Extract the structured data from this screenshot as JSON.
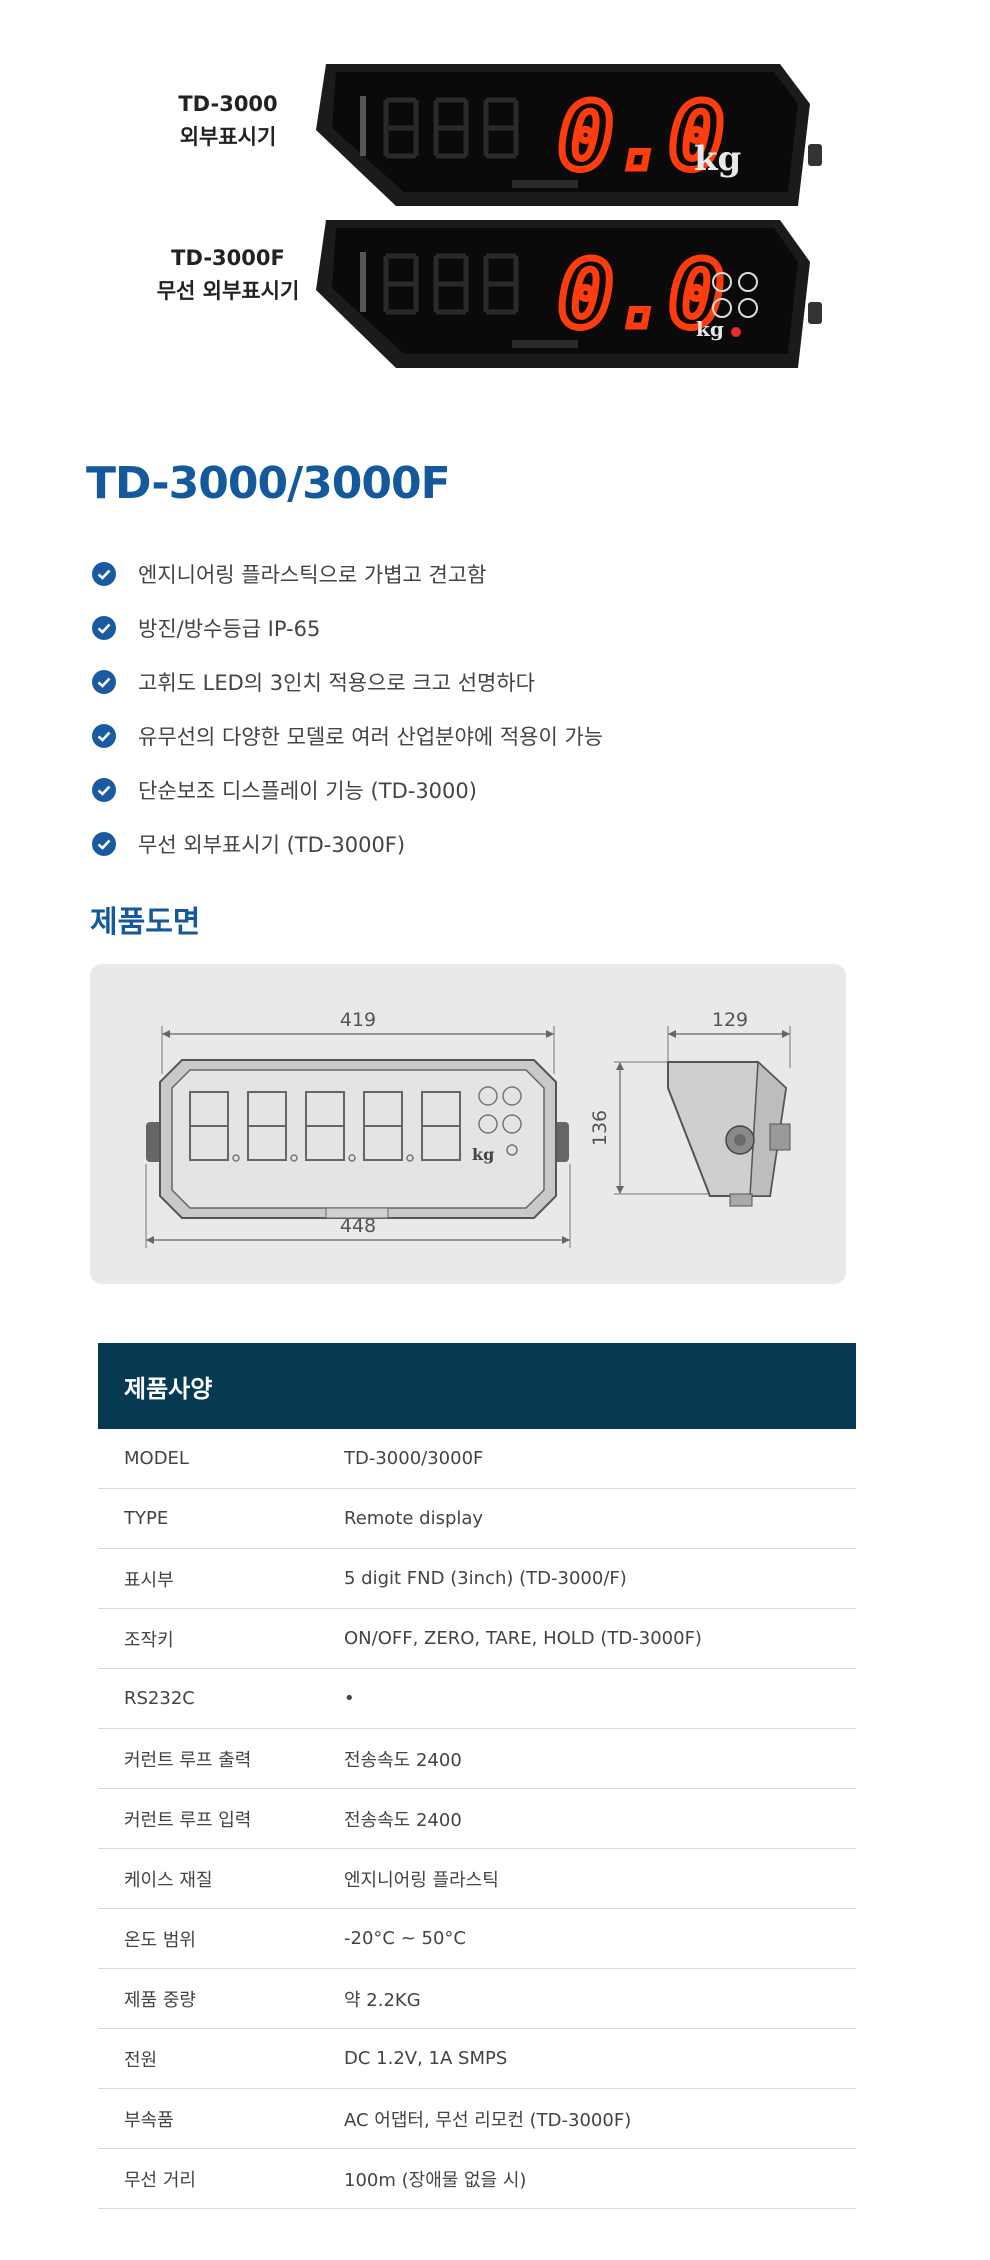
{
  "hero": {
    "devices": [
      {
        "model": "TD-3000",
        "desc": "외부표시기",
        "reading": "0.0",
        "unit": "kg"
      },
      {
        "model": "TD-3000F",
        "desc": "무선 외부표시기",
        "reading": "0.0",
        "unit": "kg"
      }
    ]
  },
  "title": "TD-3000/3000F",
  "features": [
    "엔지니어링 플라스틱으로 가볍고 견고함",
    "방진/방수등급 IP-65",
    "고휘도 LED의 3인치 적용으로 크고 선명하다",
    "유무선의 다양한 모델로 여러 산업분야에 적용이 가능",
    "단순보조 디스플레이 기능 (TD-3000)",
    "무선 외부표시기 (TD-3000F)"
  ],
  "drawing": {
    "title": "제품도면",
    "dims": {
      "top": "419",
      "bottom": "448",
      "side_width": "129",
      "side_height": "136"
    },
    "unit": "kg"
  },
  "spec": {
    "title": "제품사양",
    "rows": [
      {
        "key": "MODEL",
        "value": "TD-3000/3000F"
      },
      {
        "key": "TYPE",
        "value": "Remote display"
      },
      {
        "key": "표시부",
        "value": "5 digit FND (3inch) (TD-3000/F)"
      },
      {
        "key": "조작키",
        "value": "ON/OFF, ZERO, TARE, HOLD (TD-3000F)"
      },
      {
        "key": "RS232C",
        "value": "•"
      },
      {
        "key": "커런트 루프 출력",
        "value": "전송속도 2400"
      },
      {
        "key": "커런트 루프 입력",
        "value": "전송속도 2400"
      },
      {
        "key": "케이스 재질",
        "value": "엔지니어링 플라스틱"
      },
      {
        "key": "온도 범위",
        "value": "-20°C ~ 50°C"
      },
      {
        "key": "제품 중량",
        "value": "약 2.2KG"
      },
      {
        "key": "전원",
        "value": "DC 1.2V, 1A SMPS"
      },
      {
        "key": "부속품",
        "value": "AC 어댑터, 무선 리모컨 (TD-3000F)"
      },
      {
        "key": "무선 거리",
        "value": "100m (장애물 없을 시)"
      }
    ]
  },
  "colors": {
    "title_blue": "#13599c",
    "spec_header": "#053a52",
    "led_red": "#ff3b10",
    "check_blue": "#1a5aa0"
  }
}
